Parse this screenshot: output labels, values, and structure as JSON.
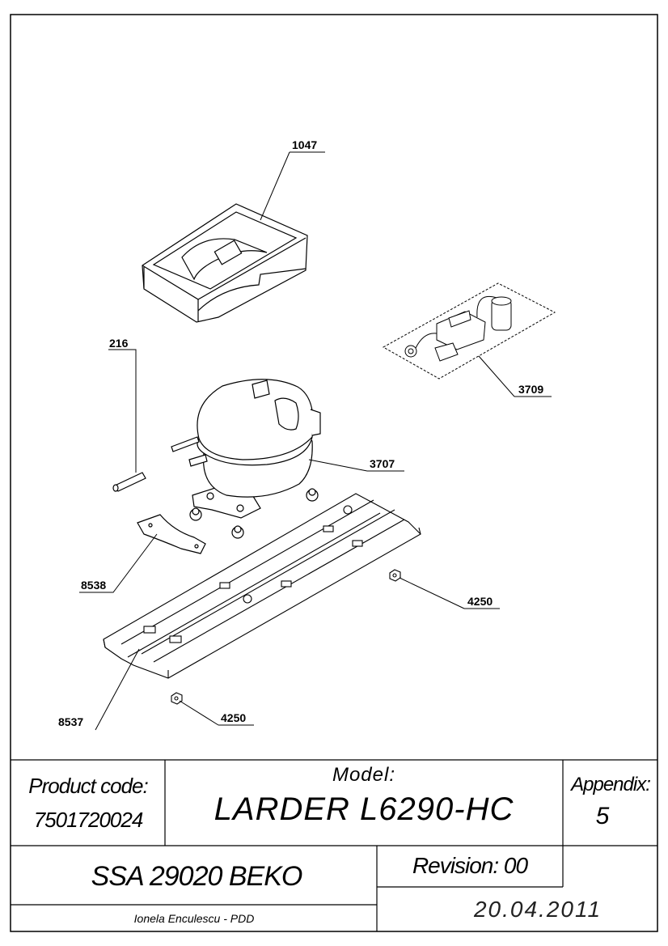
{
  "callouts": {
    "p1047": "1047",
    "p216": "216",
    "p3709": "3709",
    "p3707": "3707",
    "p8538": "8538",
    "p4250a": "4250",
    "p4250b": "4250",
    "p8537": "8537"
  },
  "title_block": {
    "product_code_label": "Product code:",
    "product_code": "7501720024",
    "model_label": "Model:",
    "model": "LARDER L6290-HC",
    "appendix_label": "Appendix:",
    "appendix": "5",
    "ssa": "SSA 29020 BEKO",
    "revision": "Revision: 00",
    "author": "Ionela Enculescu - PDD",
    "date": "20.04.2011"
  }
}
